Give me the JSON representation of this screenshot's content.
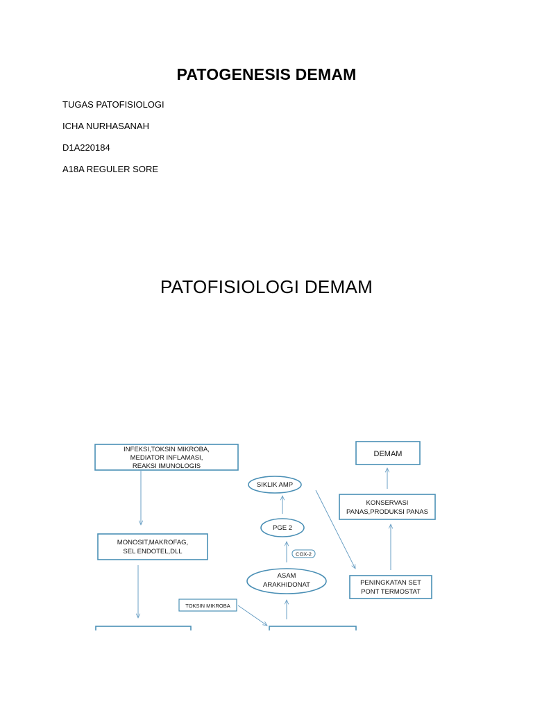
{
  "document": {
    "title": "PATOGENESIS DEMAM",
    "meta": [
      "TUGAS PATOFISIOLOGI",
      "ICHA NURHASANAH",
      "D1A220184",
      "A18A REGULER SORE"
    ],
    "section_title": "PATOFISIOLOGI DEMAM"
  },
  "diagram": {
    "box_color": "#4a8fb5",
    "nodes": {
      "infeksi": [
        "INFEKSI,TOKSIN MIKROBA,",
        "MEDIATOR INFLAMASI,",
        "REAKSI IMUNOLOGIS"
      ],
      "monosit": [
        "MONOSIT,MAKROFAG,",
        "SEL ENDOTEL,DLL"
      ],
      "toksin": "TOKSIN MIKROBA",
      "siklik_amp": "SIKLIK AMP",
      "pge2": "PGE 2",
      "cox2": "COX-2",
      "asam": [
        "ASAM",
        "ARAKHIDONAT"
      ],
      "demam": "DEMAM",
      "konservasi": [
        "KONSERVASI",
        "PANAS,PRODUKSI PANAS"
      ],
      "peningkatan": [
        "PENINGKATAN SET",
        "PONT TERMOSTAT"
      ]
    }
  }
}
